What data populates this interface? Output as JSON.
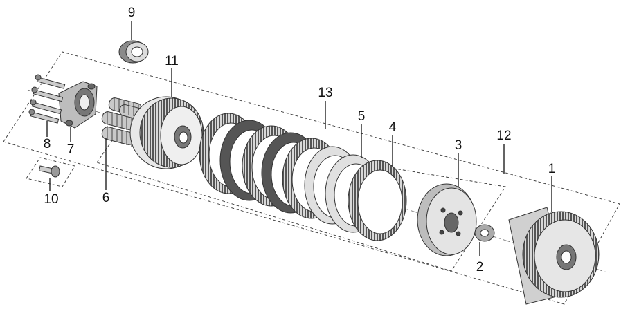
{
  "callouts": [
    {
      "id": "1",
      "text": "1"
    },
    {
      "id": "2",
      "text": "2"
    },
    {
      "id": "3",
      "text": "3"
    },
    {
      "id": "4",
      "text": "4"
    },
    {
      "id": "5",
      "text": "5"
    },
    {
      "id": "6",
      "text": "6"
    },
    {
      "id": "7",
      "text": "7"
    },
    {
      "id": "8",
      "text": "8"
    },
    {
      "id": "9",
      "text": "9"
    },
    {
      "id": "10",
      "text": "10"
    },
    {
      "id": "11",
      "text": "11"
    },
    {
      "id": "12",
      "text": "12"
    },
    {
      "id": "13",
      "text": "13"
    }
  ],
  "colors": {
    "line": "#222222",
    "fill_dark": "#555555",
    "fill_mid": "#9a9a9a",
    "fill_light": "#dcdcdc",
    "background": "#ffffff"
  }
}
